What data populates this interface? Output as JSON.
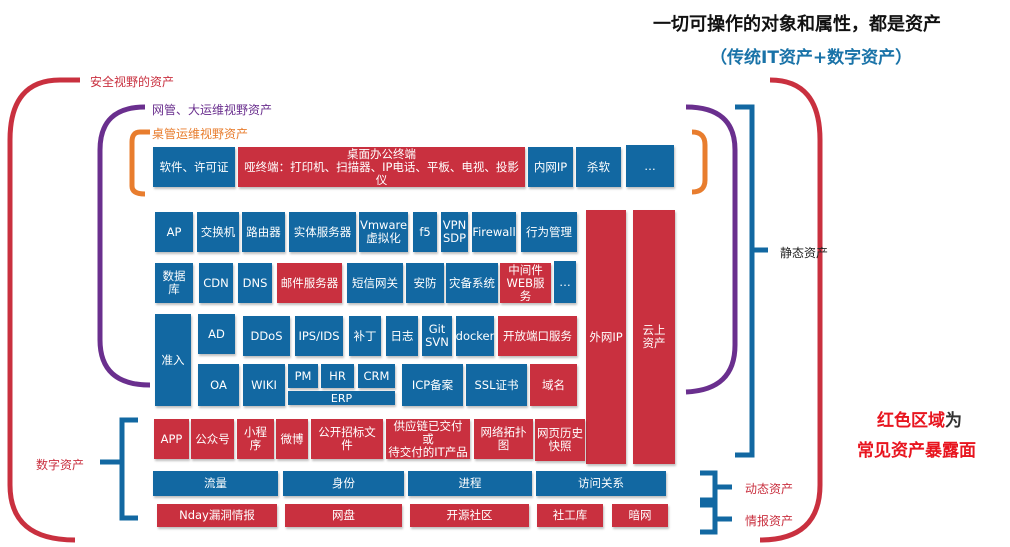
{
  "header": {
    "title": "一切可操作的对象和属性，都是资产",
    "subtitle": "（传统IT资产+数字资产）"
  },
  "scopes": {
    "security": "安全视野的资产",
    "network_ops": "网管、大运维视野资产",
    "desktop_ops": "桌管运维视野资产",
    "digital": "数字资产",
    "static": "静态资产",
    "dynamic": "动态资产",
    "intel": "情报资产"
  },
  "legend": {
    "line1_red": "红色区域",
    "line1_dark": "为",
    "line2": "常见资产暴露面"
  },
  "colors": {
    "blue": "#1268a2",
    "red": "#c9303f",
    "purple": "#6a2f8e",
    "orange": "#e87d2e",
    "title_blue": "#1a73a8",
    "legend_red": "#e8151f"
  },
  "desktop_row": [
    {
      "label": "软件、许可证",
      "color": "blue"
    },
    {
      "label": "桌面办公终端\n哑终端：打印机、扫描器、IP电话、平板、电视、投影仪",
      "color": "red"
    },
    {
      "label": "内网IP",
      "color": "blue"
    },
    {
      "label": "杀软",
      "color": "blue"
    },
    {
      "label": "…",
      "color": "blue"
    }
  ],
  "row1": [
    "AP",
    "交换机",
    "路由器",
    "实体服务器",
    "Vmware\n虚拟化",
    "f5",
    "VPN\nSDP",
    "Firewall",
    "行为管理"
  ],
  "row2": [
    {
      "label": "数据库",
      "color": "blue"
    },
    {
      "label": "CDN",
      "color": "blue"
    },
    {
      "label": "DNS",
      "color": "blue"
    },
    {
      "label": "邮件服务器",
      "color": "red"
    },
    {
      "label": "短信网关",
      "color": "blue"
    },
    {
      "label": "安防",
      "color": "blue"
    },
    {
      "label": "灾备系统",
      "color": "blue"
    },
    {
      "label": "中间件\nWEB服务",
      "color": "red"
    },
    {
      "label": "…",
      "color": "blue"
    }
  ],
  "access": "准入",
  "row3": [
    {
      "label": "AD",
      "color": "blue"
    },
    {
      "label": "DDoS",
      "color": "blue"
    },
    {
      "label": "IPS/IDS",
      "color": "blue"
    },
    {
      "label": "补丁",
      "color": "blue"
    },
    {
      "label": "日志",
      "color": "blue"
    },
    {
      "label": "Git\nSVN",
      "color": "blue"
    },
    {
      "label": "docker",
      "color": "blue"
    },
    {
      "label": "开放端口服务",
      "color": "red"
    }
  ],
  "row4": [
    {
      "label": "OA",
      "color": "blue"
    },
    {
      "label": "WIKI",
      "color": "blue"
    },
    {
      "label": "PM",
      "color": "blue"
    },
    {
      "label": "HR",
      "color": "blue"
    },
    {
      "label": "CRM",
      "color": "blue"
    },
    {
      "label": "ERP",
      "color": "blue"
    },
    {
      "label": "ICP备案",
      "color": "blue"
    },
    {
      "label": "SSL证书",
      "color": "blue"
    },
    {
      "label": "域名",
      "color": "red"
    }
  ],
  "tall": [
    {
      "label": "外网IP",
      "color": "red"
    },
    {
      "label": "云上\n资产",
      "color": "red"
    }
  ],
  "digital_row": [
    "APP",
    "公众号",
    "小程序",
    "微博",
    "公开招标文件",
    "供应链已交付或\n待交付的IT产品",
    "网络拓扑图",
    "网页历史\n快照"
  ],
  "dynamic_row": [
    "流量",
    "身份",
    "进程",
    "访问关系"
  ],
  "intel_row": [
    "Nday漏洞情报",
    "网盘",
    "开源社区",
    "社工库",
    "暗网"
  ]
}
